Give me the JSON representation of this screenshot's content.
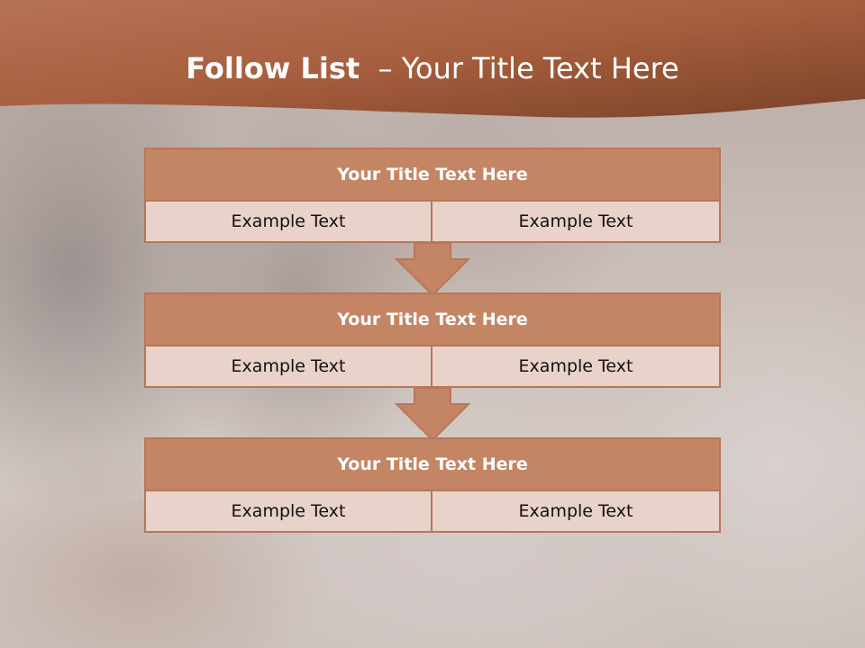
{
  "slide": {
    "title_bold": "Follow List",
    "title_rest": "  – Your Title Text Here"
  },
  "blocks": [
    {
      "title": "Your Title Text Here",
      "left": "Example Text",
      "right": "Example Text"
    },
    {
      "title": "Your Title Text Here",
      "left": "Example Text",
      "right": "Example Text"
    },
    {
      "title": "Your Title Text Here",
      "left": "Example Text",
      "right": "Example Text"
    }
  ],
  "colors": {
    "header_dark": "#7a4228",
    "header_light": "#b8704f",
    "block_title_fill": "#c48565",
    "block_body_fill": "#e8d2ca",
    "arrow_fill": "#c48565"
  }
}
